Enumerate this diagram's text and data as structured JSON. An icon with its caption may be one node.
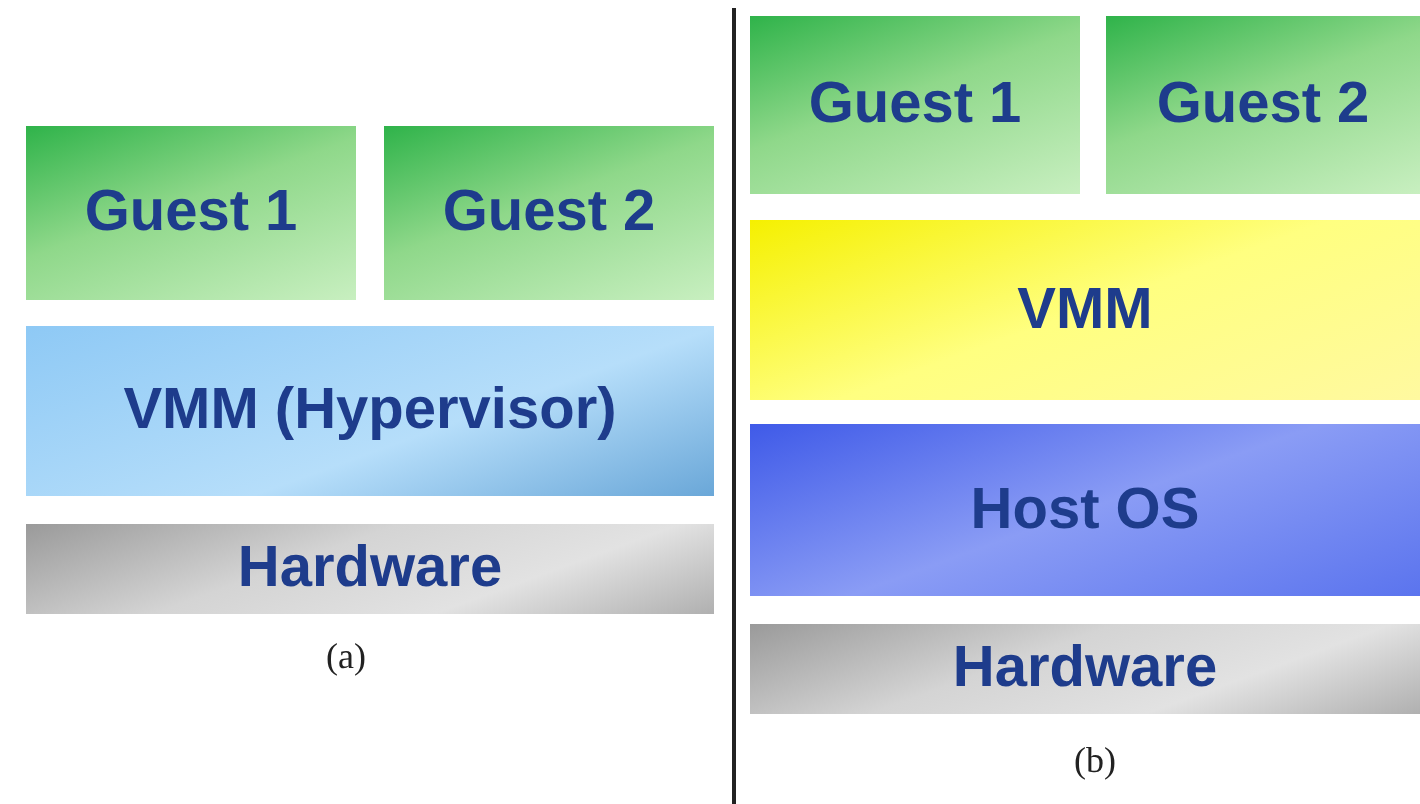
{
  "diagram": {
    "nodes": [
      {
        "text": [
          "Guest 1"
        ]
      },
      {
        "text": [
          "Guest 2"
        ]
      },
      {
        "text": [
          "VMM (Hypervisor)"
        ]
      },
      {
        "text": [
          "Hardware"
        ]
      },
      {
        "text": [
          "Guest 1"
        ]
      },
      {
        "text": [
          "Guest 2"
        ]
      },
      {
        "text": [
          "VMM"
        ]
      },
      {
        "text": [
          "Host OS"
        ]
      },
      {
        "text": [
          "Hardware"
        ]
      }
    ],
    "edges": [],
    "labels": [
      "(a)",
      "(b)"
    ]
  }
}
